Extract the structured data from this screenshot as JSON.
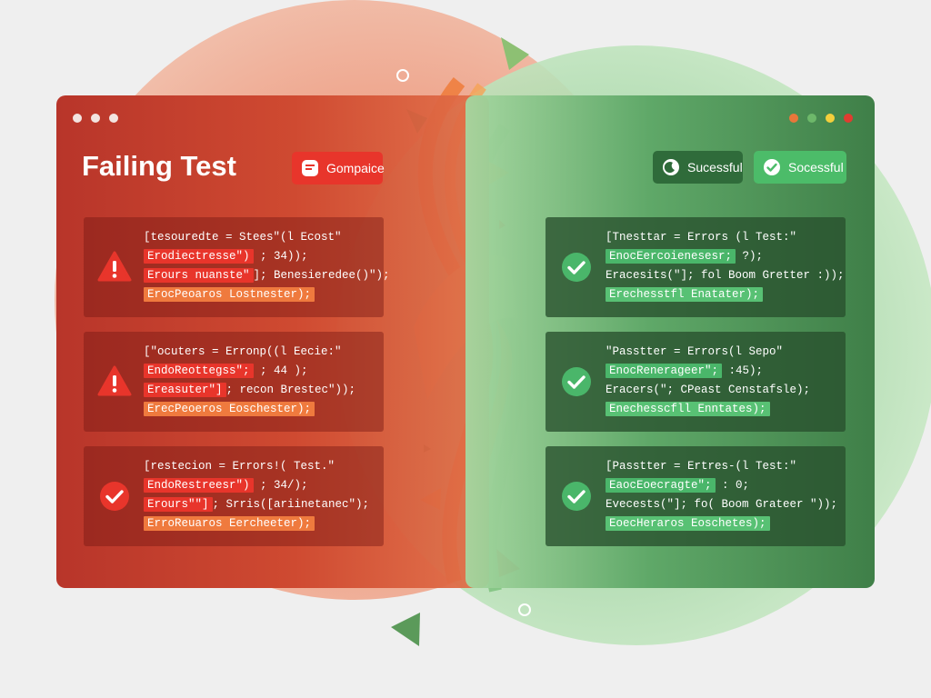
{
  "failing_panel": {
    "title": "Failing Test",
    "button_label": "Gompaice",
    "cards": [
      {
        "status": "warning",
        "lines": [
          {
            "hl": "",
            "rest": "[tesouredte = Stees\"(l Ecost\""
          },
          {
            "hl": "Erodiectresse\")",
            "rest": " ; 34));"
          },
          {
            "hl": "Erours nuanste\"",
            "rest": "]; Benesieredee()\");"
          },
          {
            "hl": "ErocPeoaros Lostnester);",
            "rest": ""
          }
        ]
      },
      {
        "status": "warning",
        "lines": [
          {
            "hl": "",
            "rest": "[\"ocuters = Erronp((l Eecie:\""
          },
          {
            "hl": "EndoReottegss\";",
            "rest": " ; 44 );"
          },
          {
            "hl": "Ereasuter\"]",
            "rest": "; recon Brestec\"));"
          },
          {
            "hl": "ErecPeoeros Eoschester);",
            "rest": ""
          }
        ]
      },
      {
        "status": "check",
        "lines": [
          {
            "hl": "",
            "rest": "[restecion = Errors!( Test.\""
          },
          {
            "hl": "EndoRestreesr\")",
            "rest": " ; 34/);"
          },
          {
            "hl": "Erours\"\"]",
            "rest": "; Srris([ariinetanec\");"
          },
          {
            "hl": "ErroReuaros Eercheeter);",
            "rest": ""
          }
        ]
      }
    ]
  },
  "passing_panel": {
    "button_dark_label": "Sucessful",
    "button_green_label": "Socessful",
    "cards": [
      {
        "status": "check",
        "lines": [
          {
            "hl": "",
            "rest": "[Tnesttar = Errors (l Test:\""
          },
          {
            "hl": "EnocEercoienesesr;",
            "rest": " ?);"
          },
          {
            "hl": "",
            "rest": "Eracesits(\"]; fol Boom Gretter :));"
          },
          {
            "hl": "Erechesstfl Enatater);",
            "rest": ""
          }
        ]
      },
      {
        "status": "check",
        "lines": [
          {
            "hl": "",
            "rest": "\"Passtter = Errors(l Sepo\""
          },
          {
            "hl": "EnocRenerageer\";",
            "rest": " :45);"
          },
          {
            "hl": "",
            "rest": "Eracers(\"; CPeast Censtafsle);"
          },
          {
            "hl": "Enechesscfll Enntates);",
            "rest": ""
          }
        ]
      },
      {
        "status": "check",
        "lines": [
          {
            "hl": "",
            "rest": "[Passtter = Ertres-(l Test:\""
          },
          {
            "hl": "EaocEoecragte\";",
            "rest": " : 0;"
          },
          {
            "hl": "",
            "rest": "Evecests(\"]; fo( Boom Grateer \"));"
          },
          {
            "hl": "EoecHeraros Eoschetes);",
            "rest": ""
          }
        ]
      }
    ]
  },
  "colors": {
    "fail_red": "#e8352b",
    "fail_orange": "#ef7a3e",
    "pass_green": "#4ab66a",
    "pass_button": "#4cbc69",
    "dot_orange": "#e8773a",
    "dot_green": "#6db86a",
    "dot_yellow": "#f4cf3c",
    "dot_red": "#e03c30"
  },
  "icons": {
    "warning": "warning-triangle-icon",
    "check": "check-circle-icon",
    "gompaice": "message-icon",
    "sucessful_dark": "moon-icon",
    "socessful_green": "check-circle-icon"
  }
}
